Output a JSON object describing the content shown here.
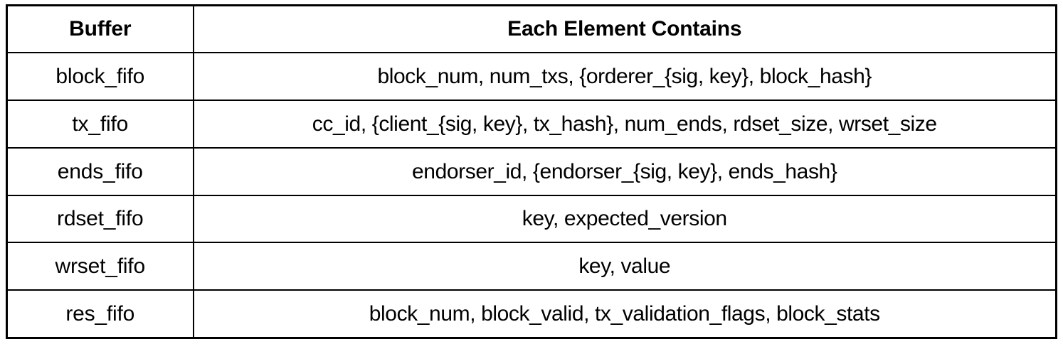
{
  "table": {
    "columns": [
      {
        "key": "buffer",
        "header": "Buffer"
      },
      {
        "key": "contents",
        "header": "Each Element Contains"
      }
    ],
    "rows": [
      {
        "buffer": "block_fifo",
        "contents": "block_num, num_txs, {orderer_{sig, key}, block_hash}"
      },
      {
        "buffer": "tx_fifo",
        "contents": "cc_id, {client_{sig, key}, tx_hash}, num_ends, rdset_size, wrset_size"
      },
      {
        "buffer": "ends_fifo",
        "contents": "endorser_id, {endorser_{sig, key}, ends_hash}"
      },
      {
        "buffer": "rdset_fifo",
        "contents": "key, expected_version"
      },
      {
        "buffer": "wrset_fifo",
        "contents": "key, value"
      },
      {
        "buffer": "res_fifo",
        "contents": "block_num, block_valid, tx_validation_flags, block_stats"
      }
    ]
  },
  "style": {
    "border_color": "#000000",
    "text_color": "#000000",
    "background_color": "#ffffff"
  }
}
